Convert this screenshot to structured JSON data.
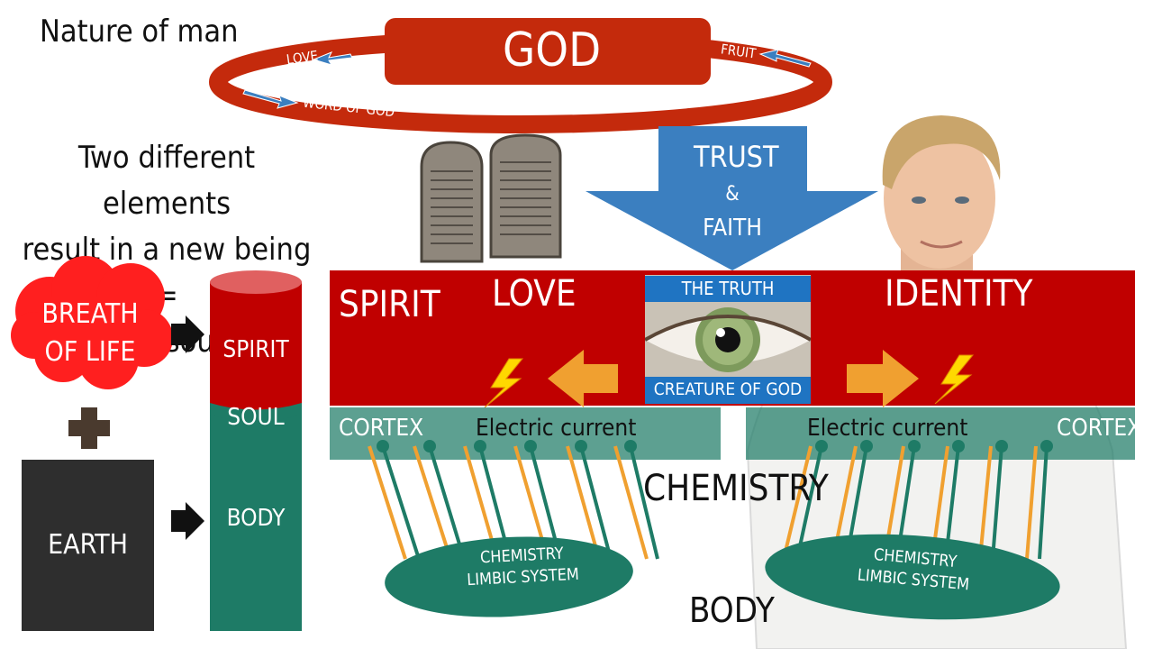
{
  "title": "Nature of man",
  "subtitle_lines": [
    "Two different elements",
    "result in a new being =",
    "the soul"
  ],
  "god": {
    "label": "GOD",
    "ring_labels": {
      "love": "LOVE",
      "word": "WORD OF GOD",
      "fruit": "FRUIT"
    }
  },
  "trust_arrow": {
    "line1": "TRUST",
    "line2": "&",
    "line3": "FAITH"
  },
  "left_column": {
    "breath": {
      "line1": "BREATH",
      "line2": "OF LIFE"
    },
    "earth": "EARTH",
    "cylinder": {
      "spirit": "SPIRIT",
      "soul": "SOUL",
      "body": "BODY"
    }
  },
  "spirit_band": {
    "label": "SPIRIT",
    "love": "LOVE",
    "identity": "IDENTITY",
    "eye_top": "THE TRUTH",
    "eye_bottom": "CREATURE OF GOD"
  },
  "cortex": {
    "left_label": "CORTEX",
    "right_label": "CORTEX",
    "current_left": "Electric current",
    "current_right": "Electric current"
  },
  "chemistry": "CHEMISTRY",
  "limbic_left": {
    "line1": "CHEMISTRY",
    "line2": "LIMBIC SYSTEM"
  },
  "limbic_right": {
    "line1": "CHEMISTRY",
    "line2": "LIMBIC SYSTEM"
  },
  "body_label": "BODY",
  "colors": {
    "red": "#c00000",
    "green": "#1e7b66",
    "teal_band": "#4f9f88",
    "blue": "#3b7fc0",
    "orange": "#f0a030",
    "bolt": "#ffd800"
  }
}
